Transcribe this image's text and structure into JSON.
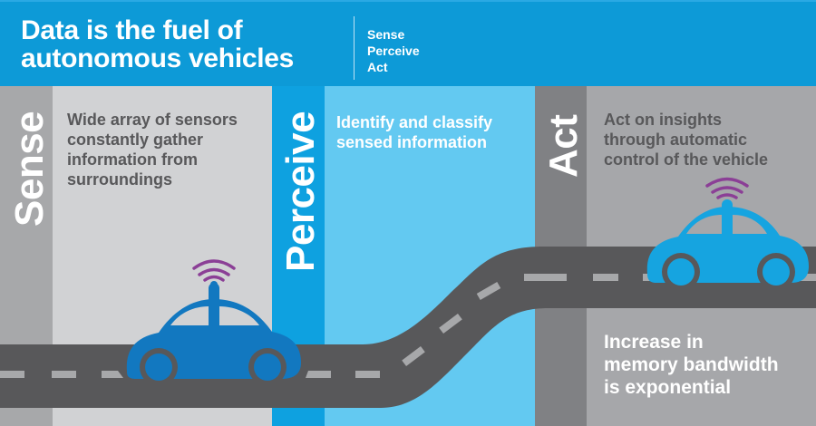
{
  "header": {
    "title_line1": "Data is the fuel of",
    "title_line2": "autonomous vehicles",
    "stages": [
      "Sense",
      "Perceive",
      "Act"
    ]
  },
  "colors": {
    "header_blue": "#0d9ad7",
    "sense_strip": "#a7a8aa",
    "sense_panel": "#d1d2d4",
    "perceive_strip": "#0ea1e0",
    "perceive_panel": "#63c9f1",
    "act_strip": "#808184",
    "act_panel": "#a6a7aa",
    "road": "#58585a",
    "road_dash": "#a7a8aa",
    "car_left": "#1278c0",
    "car_right": "#16a4e0",
    "signal": "#8b3f96"
  },
  "sections": [
    {
      "label": "Sense",
      "description": [
        "Wide array of sensors",
        "constantly gather",
        "information from",
        "surroundings"
      ]
    },
    {
      "label": "Perceive",
      "description": [
        "Identify and classify",
        "sensed information"
      ]
    },
    {
      "label": "Act",
      "description": [
        "Act on insights",
        "through automatic",
        "control of the vehicle"
      ]
    }
  ],
  "footer_note": [
    "Increase in",
    "memory bandwidth",
    "is exponential"
  ],
  "icons": {
    "left_car": "autonomous-car-icon",
    "right_car": "autonomous-car-icon",
    "signal": "wireless-signal-icon",
    "road": "road-illustration"
  }
}
